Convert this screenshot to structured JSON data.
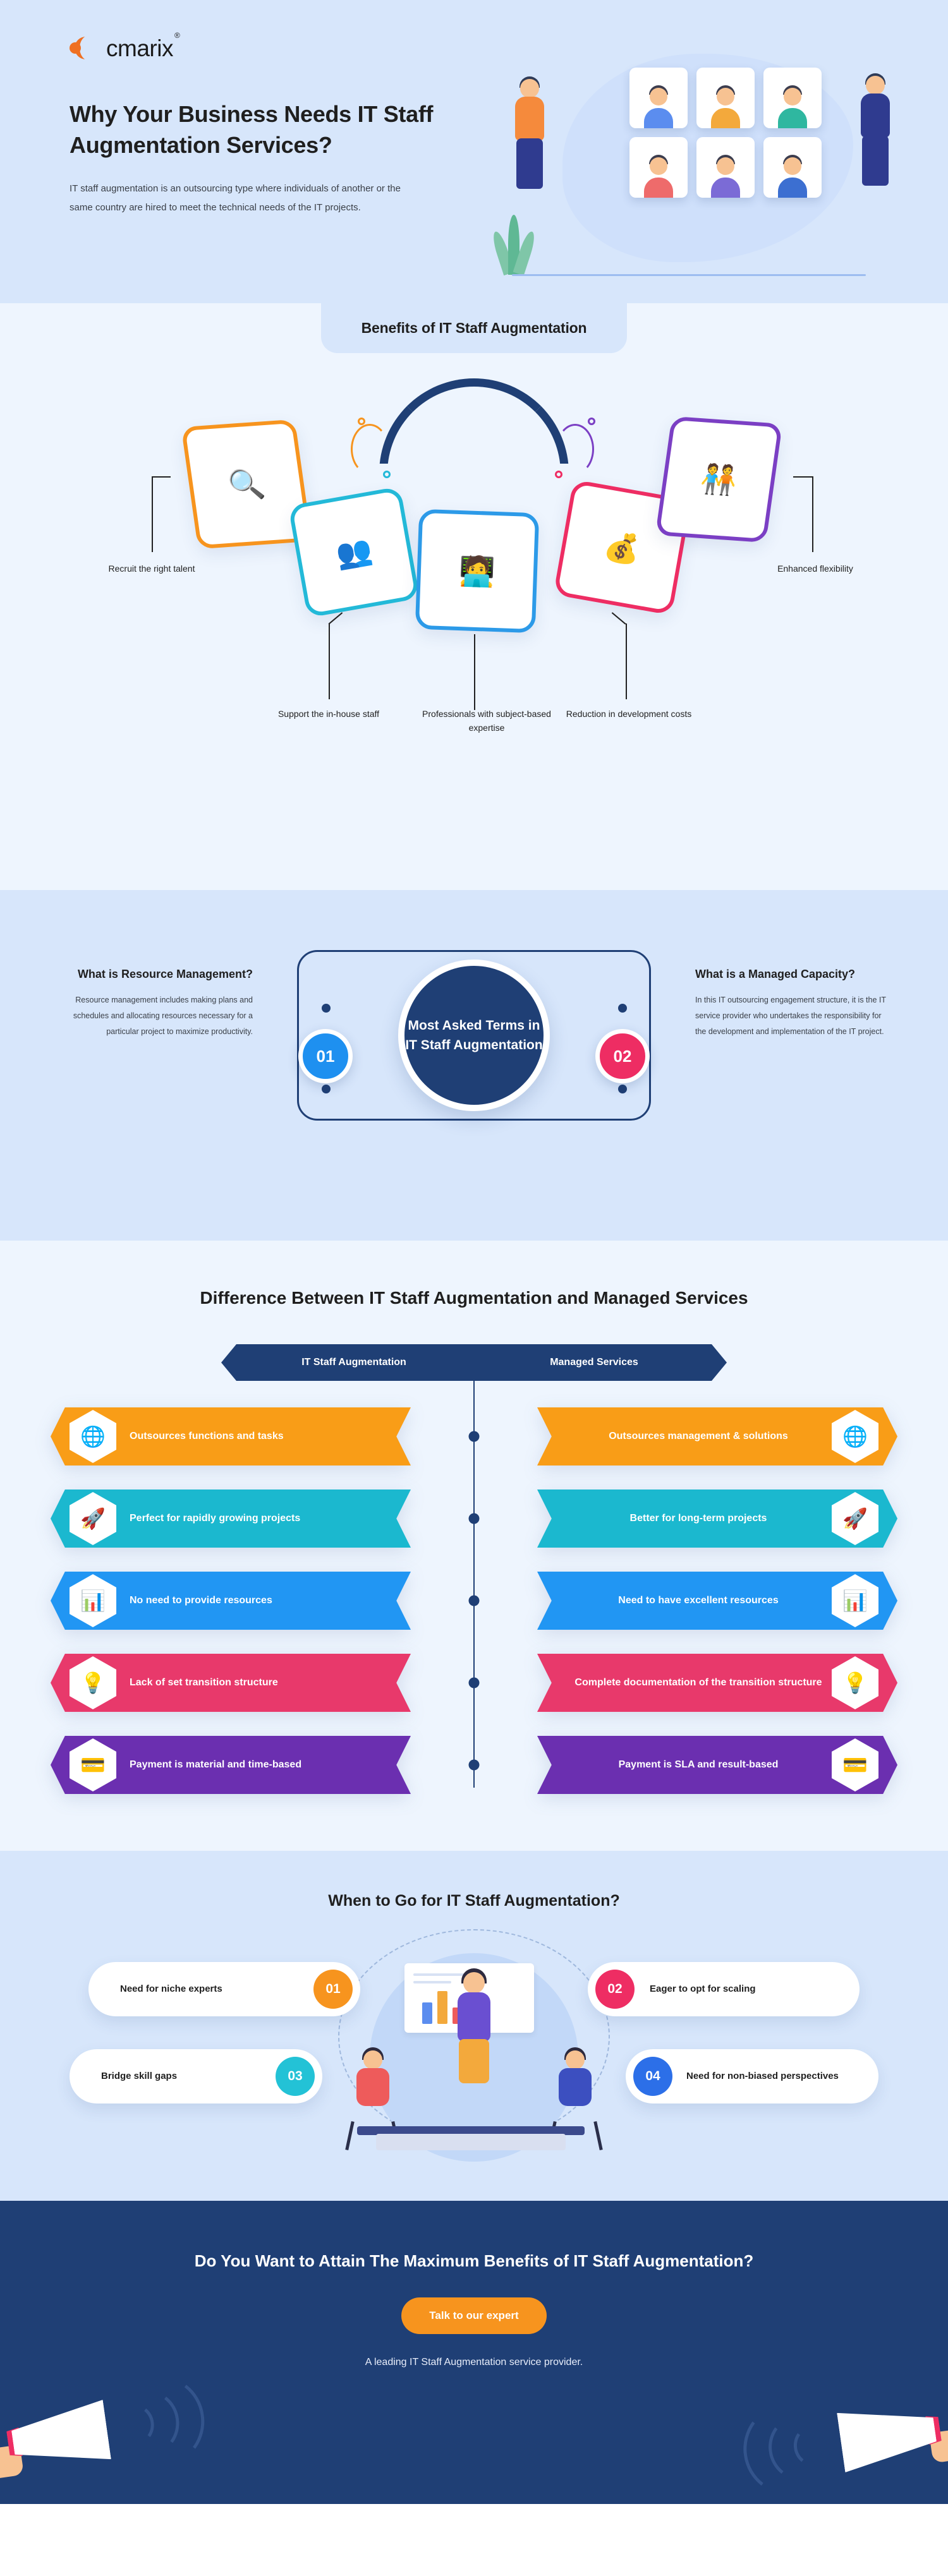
{
  "brand": {
    "name": "cmarix",
    "trademark": "®"
  },
  "hero": {
    "title": "Why Your Business Needs IT Staff Augmentation Services?",
    "description": "IT staff augmentation is an outsourcing type where individuals of another or the same country are hired to meet the technical needs of the IT projects."
  },
  "benefits": {
    "title": "Benefits of IT Staff Augmentation",
    "items": [
      {
        "label": "Recruit the right talent",
        "icon": "magnifier-briefcase-icon",
        "glyph": "🔍",
        "color": "#f7941e"
      },
      {
        "label": "Support the in-house staff",
        "icon": "team-group-icon",
        "glyph": "👥",
        "color": "#23b9d8"
      },
      {
        "label": "Professionals with subject-based expertise",
        "icon": "expert-gear-icon",
        "glyph": "🧑‍💻",
        "color": "#2c9ae8"
      },
      {
        "label": "Reduction in development costs",
        "icon": "cost-reduction-icon",
        "glyph": "💰",
        "color": "#ee2d63"
      },
      {
        "label": "Enhanced flexibility",
        "icon": "flexible-team-icon",
        "glyph": "🧑‍🤝‍🧑",
        "color": "#7b3fc4"
      }
    ]
  },
  "terms": {
    "center_title": "Most Asked Terms in IT Staff Augmentation",
    "left": {
      "number": "01",
      "heading": "What is Resource Management?",
      "body": "Resource management includes making plans and schedules and allocating resources necessary for a particular project to maximize productivity."
    },
    "right": {
      "number": "02",
      "heading": "What is a Managed Capacity?",
      "body": "In this IT outsourcing engagement structure, it is the IT service provider who undertakes the responsibility for the development and implementation of the IT project."
    }
  },
  "difference": {
    "title": "Difference Between IT Staff Augmentation and Managed Services",
    "col_left": "IT Staff Augmentation",
    "col_right": "Managed Services",
    "rows": [
      {
        "color": "#f99d17",
        "icon": "org-chart-globe-icon",
        "glyph": "🌐",
        "left": "Outsources functions and tasks",
        "right": "Outsources management & solutions"
      },
      {
        "color": "#1bb8cf",
        "icon": "rocket-growth-icon",
        "glyph": "🚀",
        "left": "Perfect for rapidly growing projects",
        "right": "Better for long-term projects"
      },
      {
        "color": "#2196f3",
        "icon": "presentation-chart-icon",
        "glyph": "📊",
        "left": "No need to provide resources",
        "right": "Need to have excellent resources"
      },
      {
        "color": "#e8396b",
        "icon": "idea-bulb-structure-icon",
        "glyph": "💡",
        "left": "Lack of set transition structure",
        "right": "Complete documentation of the transition structure"
      },
      {
        "color": "#6b2fb0",
        "icon": "payment-people-icon",
        "glyph": "💳",
        "left": "Payment is material and time-based",
        "right": "Payment is SLA and result-based"
      }
    ]
  },
  "when": {
    "title": "When to Go for IT Staff Augmentation?",
    "items": [
      {
        "number": "01",
        "label": "Need for niche experts",
        "color": "#f7941e",
        "side": "left"
      },
      {
        "number": "02",
        "label": "Eager to opt for scaling",
        "color": "#ee2d63",
        "side": "right"
      },
      {
        "number": "03",
        "label": "Bridge skill gaps",
        "color": "#23c2d6",
        "side": "left"
      },
      {
        "number": "04",
        "label": "Need for non-biased perspectives",
        "color": "#2c6fe8",
        "side": "right"
      }
    ]
  },
  "cta": {
    "title": "Do You Want to Attain The Maximum Benefits of IT Staff Augmentation?",
    "button": "Talk to our expert",
    "subtext": "A leading IT Staff Augmentation service provider."
  }
}
